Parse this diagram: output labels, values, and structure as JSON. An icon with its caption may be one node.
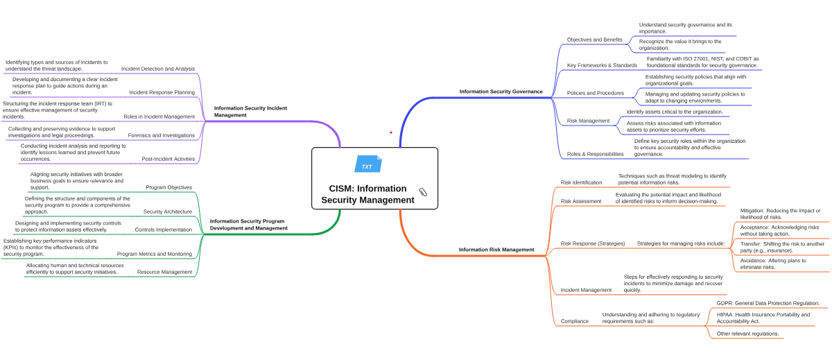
{
  "diagram": {
    "nodes": [
      {
        "text": [
          "CISM: Information Security Management"
        ]
      },
      {
        "text": [
          "Information Security Governance"
        ]
      },
      {
        "text": [
          "Objectives and Benefits"
        ]
      },
      {
        "text": [
          "Understand security governance and its importance."
        ]
      },
      {
        "text": [
          "Recognize the value it brings to the organization."
        ]
      },
      {
        "text": [
          "Key Frameworks & Standards"
        ]
      },
      {
        "text": [
          "Familiarity with ISO 27001, NIST, and COBIT as foundational standards for security governance."
        ]
      },
      {
        "text": [
          "Policies and Procedures"
        ]
      },
      {
        "text": [
          "Establishing security policies that align with organizational goals."
        ]
      },
      {
        "text": [
          "Managing and updating security policies to adapt to changing environments."
        ]
      },
      {
        "text": [
          "Risk Management"
        ]
      },
      {
        "text": [
          "Identify assets critical to the organization."
        ]
      },
      {
        "text": [
          "Assess risks associated with information assets to prioritize security efforts."
        ]
      },
      {
        "text": [
          "Roles & Responsibilities"
        ]
      },
      {
        "text": [
          "Define key security roles within the organization to ensure accountability and effective governance."
        ]
      },
      {
        "text": [
          "Information Risk Management"
        ]
      },
      {
        "text": [
          "Risk Identification"
        ]
      },
      {
        "text": [
          "Techniques such as threat modeling to identify potential information risks."
        ]
      },
      {
        "text": [
          "Risk Assessment"
        ]
      },
      {
        "text": [
          "Evaluating the potential impact and likelihood of identified risks to inform decision-making."
        ]
      },
      {
        "text": [
          "Risk Response (Strategies)"
        ]
      },
      {
        "text": [
          "Strategies for managing risks include:"
        ]
      },
      {
        "text": [
          "Mitigation: Reducing the impact or likelihood of risks."
        ]
      },
      {
        "text": [
          "Acceptance: Acknowledging risks without taking action."
        ]
      },
      {
        "text": [
          "Transfer: Shifting the risk to another party (e.g., insurance)."
        ]
      },
      {
        "text": [
          "Avoidance: Altering plans to eliminate risks."
        ]
      },
      {
        "text": [
          "Incident Management"
        ]
      },
      {
        "text": [
          "Steps for effectively responding to security incidents to minimize damage and recover quickly."
        ]
      },
      {
        "text": [
          "Compliance"
        ]
      },
      {
        "text": [
          "Understanding and adhering to regulatory requirements such as:"
        ]
      },
      {
        "text": [
          "GDPR: General Data Protection Regulation."
        ]
      },
      {
        "text": [
          "HIPAA: Health Insurance Portability and Accountability Act."
        ]
      },
      {
        "text": [
          "Other relevant regulations."
        ]
      },
      {
        "text": [
          "Information Security Program Development and Management"
        ]
      },
      {
        "text": [
          "Program Objectives"
        ]
      },
      {
        "text": [
          "Aligning security initiatives with broader business goals to ensure relevance and support."
        ]
      },
      {
        "text": [
          "Security Architecture"
        ]
      },
      {
        "text": [
          "Defining the structure and components of the security program to provide a comprehensive approach."
        ]
      },
      {
        "text": [
          "Controls Implementation"
        ]
      },
      {
        "text": [
          "Designing and implementing security controls to protect information assets effectively."
        ]
      },
      {
        "text": [
          "Program Metrics and Monitoring"
        ]
      },
      {
        "text": [
          "Establishing key performance indicators (KPIs) to monitor the effectiveness of the security program."
        ]
      },
      {
        "text": [
          "Resource Management"
        ]
      },
      {
        "text": [
          "Allocating human and technical resources efficiently to support security initiatives."
        ]
      },
      {
        "text": [
          "Information Security Incident Management"
        ]
      },
      {
        "text": [
          "Incident Detection and Analysis"
        ]
      },
      {
        "text": [
          "Identifying types and sources of incidents to understand the threat landscape."
        ]
      },
      {
        "text": [
          "Incident Response Planning"
        ]
      },
      {
        "text": [
          "Developing and documenting a clear incident response plan to guide actions during an incident."
        ]
      },
      {
        "text": [
          "Roles in Incident Management"
        ]
      },
      {
        "text": [
          "Structuring the incident response team (IRT) to ensure effective management of security incidents."
        ]
      },
      {
        "text": [
          "Forensics and Investigations"
        ]
      },
      {
        "text": [
          "Collecting and preserving evidence to support investigations and legal proceedings."
        ]
      },
      {
        "text": [
          "Post-Incident Activities"
        ]
      },
      {
        "text": [
          "Conducting incident analysis and reporting to identify lessons learned and prevent future occurrences."
        ]
      }
    ],
    "edges": [
      {
        "from": 0,
        "to": 1,
        "arrow": "none",
        "style": "thick",
        "color": "#3b48ee"
      },
      {
        "from": 1,
        "to": 2,
        "arrow": "none",
        "color": "#3b48ee"
      },
      {
        "from": 2,
        "to": 3,
        "arrow": "none",
        "color": "#3b48ee"
      },
      {
        "from": 2,
        "to": 4,
        "arrow": "none",
        "color": "#3b48ee"
      },
      {
        "from": 1,
        "to": 5,
        "arrow": "none",
        "color": "#3b48ee"
      },
      {
        "from": 5,
        "to": 6,
        "arrow": "none",
        "color": "#3b48ee"
      },
      {
        "from": 1,
        "to": 7,
        "arrow": "none",
        "color": "#3b48ee"
      },
      {
        "from": 7,
        "to": 8,
        "arrow": "none",
        "color": "#3b48ee"
      },
      {
        "from": 7,
        "to": 9,
        "arrow": "none",
        "color": "#3b48ee"
      },
      {
        "from": 1,
        "to": 10,
        "arrow": "none",
        "color": "#3b48ee"
      },
      {
        "from": 10,
        "to": 11,
        "arrow": "none",
        "color": "#3b48ee"
      },
      {
        "from": 10,
        "to": 12,
        "arrow": "none",
        "color": "#3b48ee"
      },
      {
        "from": 1,
        "to": 13,
        "arrow": "none",
        "color": "#3b48ee"
      },
      {
        "from": 13,
        "to": 14,
        "arrow": "none",
        "color": "#3b48ee"
      },
      {
        "from": 0,
        "to": 15,
        "arrow": "none",
        "style": "thick",
        "color": "#f4692b"
      },
      {
        "from": 15,
        "to": 16,
        "arrow": "none",
        "color": "#f4692b"
      },
      {
        "from": 16,
        "to": 17,
        "arrow": "none",
        "color": "#f4692b"
      },
      {
        "from": 15,
        "to": 18,
        "arrow": "none",
        "color": "#f4692b"
      },
      {
        "from": 18,
        "to": 19,
        "arrow": "none",
        "color": "#f4692b"
      },
      {
        "from": 15,
        "to": 20,
        "arrow": "none",
        "color": "#f4692b"
      },
      {
        "from": 20,
        "to": 21,
        "arrow": "none",
        "color": "#f4692b"
      },
      {
        "from": 21,
        "to": 22,
        "arrow": "none",
        "color": "#f4692b"
      },
      {
        "from": 21,
        "to": 23,
        "arrow": "none",
        "color": "#f4692b"
      },
      {
        "from": 21,
        "to": 24,
        "arrow": "none",
        "color": "#f4692b"
      },
      {
        "from": 21,
        "to": 25,
        "arrow": "none",
        "color": "#f4692b"
      },
      {
        "from": 15,
        "to": 26,
        "arrow": "none",
        "color": "#f4692b"
      },
      {
        "from": 26,
        "to": 27,
        "arrow": "none",
        "color": "#f4692b"
      },
      {
        "from": 15,
        "to": 28,
        "arrow": "none",
        "color": "#f4692b"
      },
      {
        "from": 28,
        "to": 29,
        "arrow": "none",
        "color": "#f4692b"
      },
      {
        "from": 29,
        "to": 30,
        "arrow": "none",
        "color": "#f4692b"
      },
      {
        "from": 29,
        "to": 31,
        "arrow": "none",
        "color": "#f4692b"
      },
      {
        "from": 29,
        "to": 32,
        "arrow": "none",
        "color": "#f4692b"
      },
      {
        "from": 0,
        "to": 33,
        "arrow": "none",
        "style": "thick",
        "color": "#169c4f"
      },
      {
        "from": 33,
        "to": 34,
        "arrow": "none",
        "color": "#169c4f"
      },
      {
        "from": 34,
        "to": 35,
        "arrow": "none",
        "color": "#169c4f"
      },
      {
        "from": 33,
        "to": 36,
        "arrow": "none",
        "color": "#169c4f"
      },
      {
        "from": 36,
        "to": 37,
        "arrow": "none",
        "color": "#169c4f"
      },
      {
        "from": 33,
        "to": 38,
        "arrow": "none",
        "color": "#169c4f"
      },
      {
        "from": 38,
        "to": 39,
        "arrow": "none",
        "color": "#169c4f"
      },
      {
        "from": 33,
        "to": 40,
        "arrow": "none",
        "color": "#169c4f"
      },
      {
        "from": 40,
        "to": 41,
        "arrow": "none",
        "color": "#169c4f"
      },
      {
        "from": 33,
        "to": 42,
        "arrow": "none",
        "color": "#169c4f"
      },
      {
        "from": 42,
        "to": 43,
        "arrow": "none",
        "color": "#169c4f"
      },
      {
        "from": 0,
        "to": 44,
        "arrow": "none",
        "style": "thick",
        "color": "#9a5cf0"
      },
      {
        "from": 44,
        "to": 45,
        "arrow": "none",
        "color": "#9a5cf0"
      },
      {
        "from": 45,
        "to": 46,
        "arrow": "none",
        "color": "#9a5cf0"
      },
      {
        "from": 44,
        "to": 47,
        "arrow": "none",
        "color": "#9a5cf0"
      },
      {
        "from": 47,
        "to": 48,
        "arrow": "none",
        "color": "#9a5cf0"
      },
      {
        "from": 44,
        "to": 49,
        "arrow": "none",
        "color": "#9a5cf0"
      },
      {
        "from": 49,
        "to": 50,
        "arrow": "none",
        "color": "#9a5cf0"
      },
      {
        "from": 44,
        "to": 51,
        "arrow": "none",
        "color": "#9a5cf0"
      },
      {
        "from": 51,
        "to": 52,
        "arrow": "none",
        "color": "#9a5cf0"
      },
      {
        "from": 44,
        "to": 53,
        "arrow": "none",
        "color": "#9a5cf0"
      },
      {
        "from": 53,
        "to": 54,
        "arrow": "none",
        "color": "#9a5cf0"
      }
    ],
    "labels": [
      "TXT"
    ]
  }
}
